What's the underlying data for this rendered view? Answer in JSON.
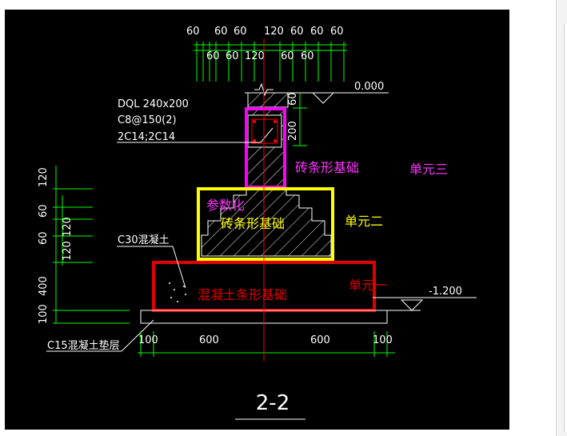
{
  "colors": {
    "background": "#000000",
    "dim_green": "#00ff00",
    "annotation_white": "#ffffff",
    "axis_red": "#ff0000",
    "unit1_red": "#e00000",
    "unit2_yellow": "#ffff00",
    "unit3_magenta": "#ff00ff",
    "text_magenta": "#ff33ff",
    "hatch_white": "#ffffff"
  },
  "top_dims": {
    "row1": [
      "60",
      "60",
      "60",
      "120",
      "60",
      "60",
      "60"
    ],
    "row2": [
      "60",
      "60",
      "120",
      "60",
      "60"
    ]
  },
  "left_dims": [
    "120",
    "60",
    "60",
    "120",
    "120",
    "400",
    "100"
  ],
  "bottom_dims": [
    "100",
    "600",
    "600",
    "100"
  ],
  "elevations": {
    "top": "0.000",
    "bottom": "-1.200"
  },
  "beam_note": {
    "line1": "DQL 240x200",
    "line2": "C8@150(2)",
    "line3": "2C14;2C14"
  },
  "beam_dims": {
    "h1": "60",
    "h2": "200"
  },
  "labels": {
    "c30": "C30混凝土",
    "c15": "C15混凝土垫层",
    "param": "参数化",
    "brick_upper": "砖条形基础",
    "brick_lower": "砖条形基础",
    "concrete_strip": "混凝土条形基础",
    "unit1": "单元一",
    "unit2": "单元二",
    "unit3": "单元三",
    "section": "2-2"
  }
}
